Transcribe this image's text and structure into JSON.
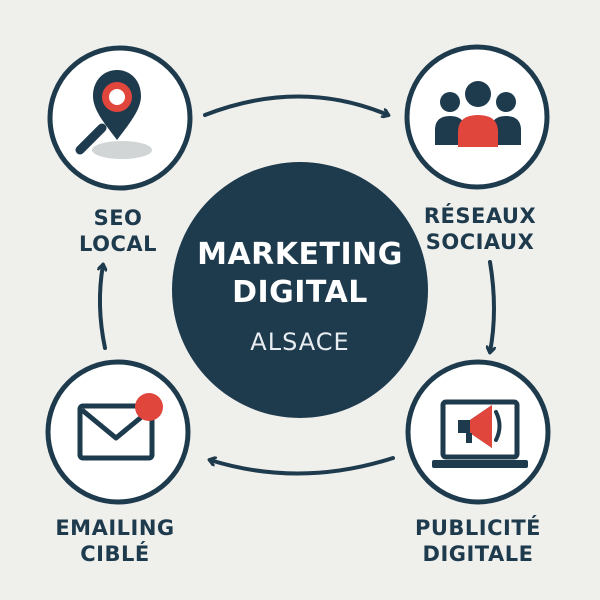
{
  "center": {
    "line1": "MARKETING",
    "line2": "DIGITAL",
    "subtitle": "ALSACE"
  },
  "nodes": [
    {
      "id": "seo",
      "icon": "map-pin-search-icon",
      "label_line1": "SEO",
      "label_line2": "LOCAL"
    },
    {
      "id": "social",
      "icon": "people-group-icon",
      "label_line1": "RÉSEAUX",
      "label_line2": "SOCIAUX"
    },
    {
      "id": "ads",
      "icon": "megaphone-monitor-icon",
      "label_line1": "PUBLICITÉ",
      "label_line2": "DIGITALE"
    },
    {
      "id": "email",
      "icon": "envelope-notification-icon",
      "label_line1": "EMAILING",
      "label_line2": "CIBLÉ"
    }
  ],
  "colors": {
    "background": "#efefec",
    "navy": "#1e3a4d",
    "accent_red": "#e0463c",
    "ring_white": "#ffffff"
  }
}
